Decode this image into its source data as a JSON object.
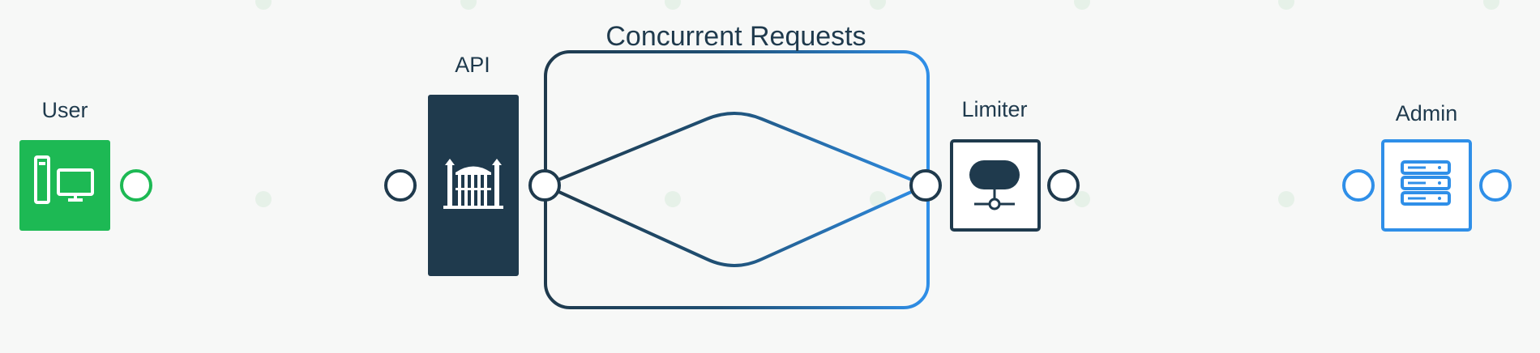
{
  "diagram": {
    "nodes": {
      "user": {
        "label": "User"
      },
      "api": {
        "label": "API"
      },
      "limiter": {
        "label": "Limiter"
      },
      "admin": {
        "label": "Admin"
      }
    },
    "group": {
      "title": "Concurrent Requests"
    },
    "colors": {
      "green": "#1db954",
      "navy": "#1f3a4d",
      "blue": "#2f8fe8",
      "background": "#f7f8f7",
      "grid_dot": "#e6f1e8"
    },
    "icons": {
      "user": "desktop-computer-icon",
      "api": "gate-icon",
      "limiter": "network-switch-icon",
      "admin": "server-stack-icon"
    }
  }
}
